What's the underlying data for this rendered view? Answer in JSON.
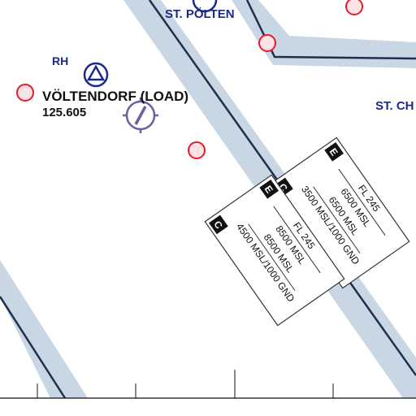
{
  "labels": {
    "city_top": "ST. PÖLTEN",
    "city_right": "ST. CH",
    "rh": "RH",
    "airfield_name": "VÖLTENDORF (LOAD)",
    "airfield_freq": "125.605"
  },
  "airspace_boxes": [
    {
      "class_badges": [
        "C",
        "E"
      ],
      "lines": [
        "FL 245",
        "6500 MSL",
        "6500 MSL",
        "3500 MSL/1000 GND"
      ]
    },
    {
      "class_badges": [
        "C",
        "E"
      ],
      "lines": [
        "FL 245",
        "8500 MSL",
        "8500 MSL",
        "4500 MSL/1000 GND"
      ]
    }
  ],
  "colors": {
    "airspace_band": "#c9d6e4",
    "boundary": "#1e2f4a",
    "reporting_point": "#e21c2a",
    "navy_text": "#1a2a8a",
    "airfield_symbol": "#6a5fa0"
  }
}
